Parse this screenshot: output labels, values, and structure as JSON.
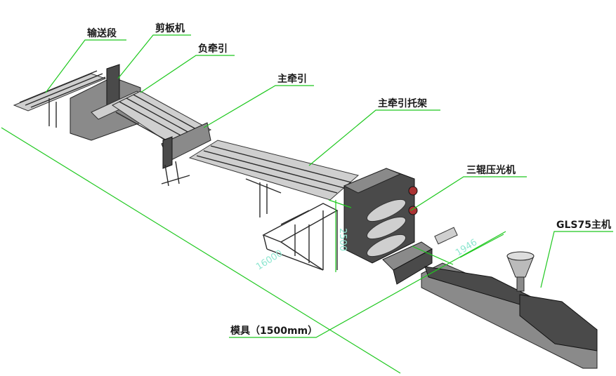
{
  "labels": {
    "conveyor": "输送段",
    "shear": "剪板机",
    "secondary_haul_off": "负牵引",
    "main_haul_off": "主牵引",
    "main_haul_off_bracket": "主牵引托架",
    "three_roll_calender": "三辊压光机",
    "main_extruder": "GLS75主机",
    "die": "模具（1500mm）"
  },
  "dimensions": {
    "total_length": "16000",
    "height": "2500",
    "width": "1946"
  },
  "colors": {
    "leader": "#1fc81f",
    "dimension_text": "#8ee6d0",
    "label_text": "#1a1a1a"
  }
}
